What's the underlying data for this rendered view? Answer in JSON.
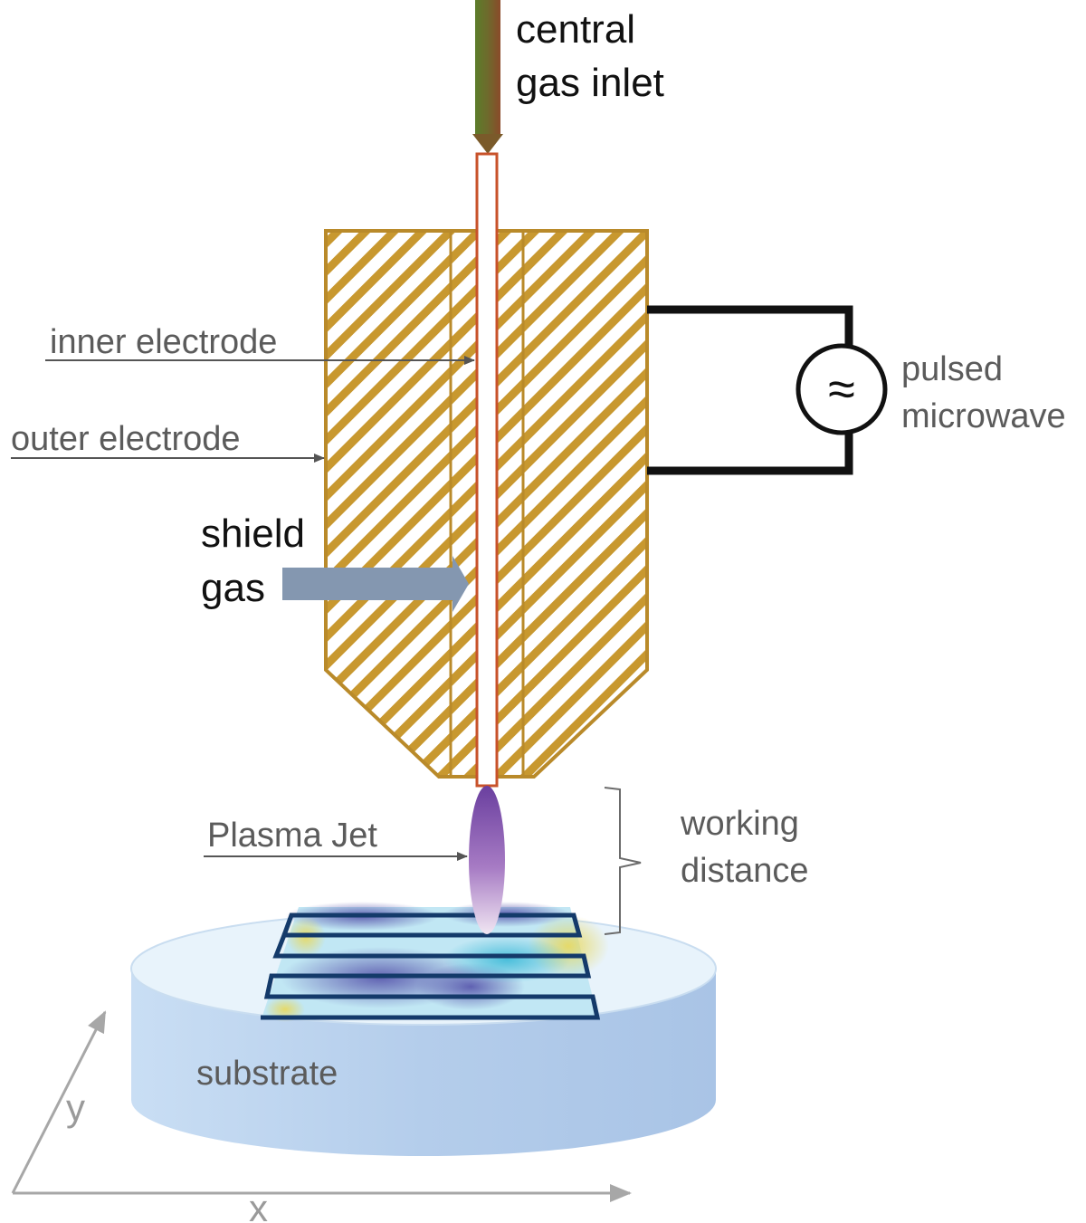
{
  "labels": {
    "central_gas_inlet": [
      "central",
      "gas inlet"
    ],
    "inner_electrode": "inner electrode",
    "outer_electrode": "outer electrode",
    "shield_gas": [
      "shield",
      "gas"
    ],
    "pulsed_microwave": [
      "pulsed",
      "microwave"
    ],
    "plasma_jet": "Plasma Jet",
    "working_distance": [
      "working",
      "distance"
    ],
    "substrate": "substrate",
    "axis_x": "x",
    "axis_y": "y"
  },
  "icons": {
    "microwave_source": "ac-source-icon",
    "microwave_symbol": "≈"
  },
  "colors": {
    "electrode_hatch": "#c8982f",
    "electrode_outline": "#b98a2a",
    "capillary_outline": "#c8522a",
    "shield_gas_arrow": "#8497b0",
    "plasma_top": "#6a3f9f",
    "plasma_bottom": "#f0e6f2",
    "substrate_top": "#e6f2fb",
    "substrate_side": "#b9d3ee",
    "meander_line": "#143a6a",
    "annotation_arrow": "#555555",
    "axis": "#a7a7a7"
  }
}
